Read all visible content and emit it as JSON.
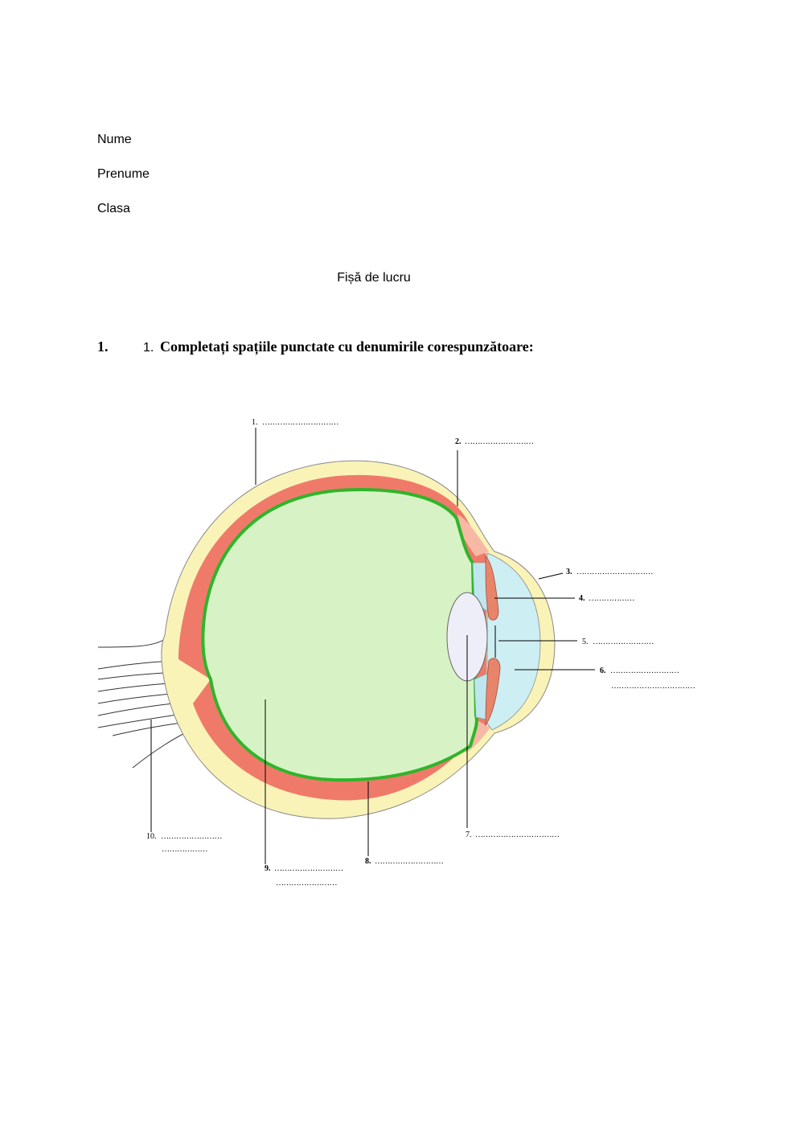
{
  "header": {
    "fields": [
      "Nume",
      "Prenume",
      "Clasa"
    ]
  },
  "title": "Fișă de lucru",
  "question": {
    "number": "1.",
    "sub_number": "1.",
    "text": "Completați spațiile punctate cu denumirile corespunzătoare:"
  },
  "diagram": {
    "labels": [
      {
        "num": "1.",
        "blank": "…………………………"
      },
      {
        "num": "2.",
        "blank": "………………………"
      },
      {
        "num": "3.",
        "blank": "…………………………"
      },
      {
        "num": "4.",
        "blank": "………………"
      },
      {
        "num": "5.",
        "blank": "……………………"
      },
      {
        "num": "6.",
        "blank": "………………………",
        "blank2": "……………………………"
      },
      {
        "num": "7.",
        "blank": "……………………………"
      },
      {
        "num": "8.",
        "blank": "………………………"
      },
      {
        "num": "9.",
        "blank": "………………………",
        "blank2": "……………………"
      },
      {
        "num": "10.",
        "blank": "……………………",
        "blank2": "………………"
      }
    ]
  },
  "colors": {
    "sclera": "#faf3b8",
    "choroid": "#f07a6a",
    "retina": "#2fb52a",
    "vitreous": "#d7f3c6",
    "cornea_chamber": "#cdeef2",
    "lens": "#eeeef8",
    "iris": "#e8846a",
    "ciliary": "#f7b9a6"
  }
}
